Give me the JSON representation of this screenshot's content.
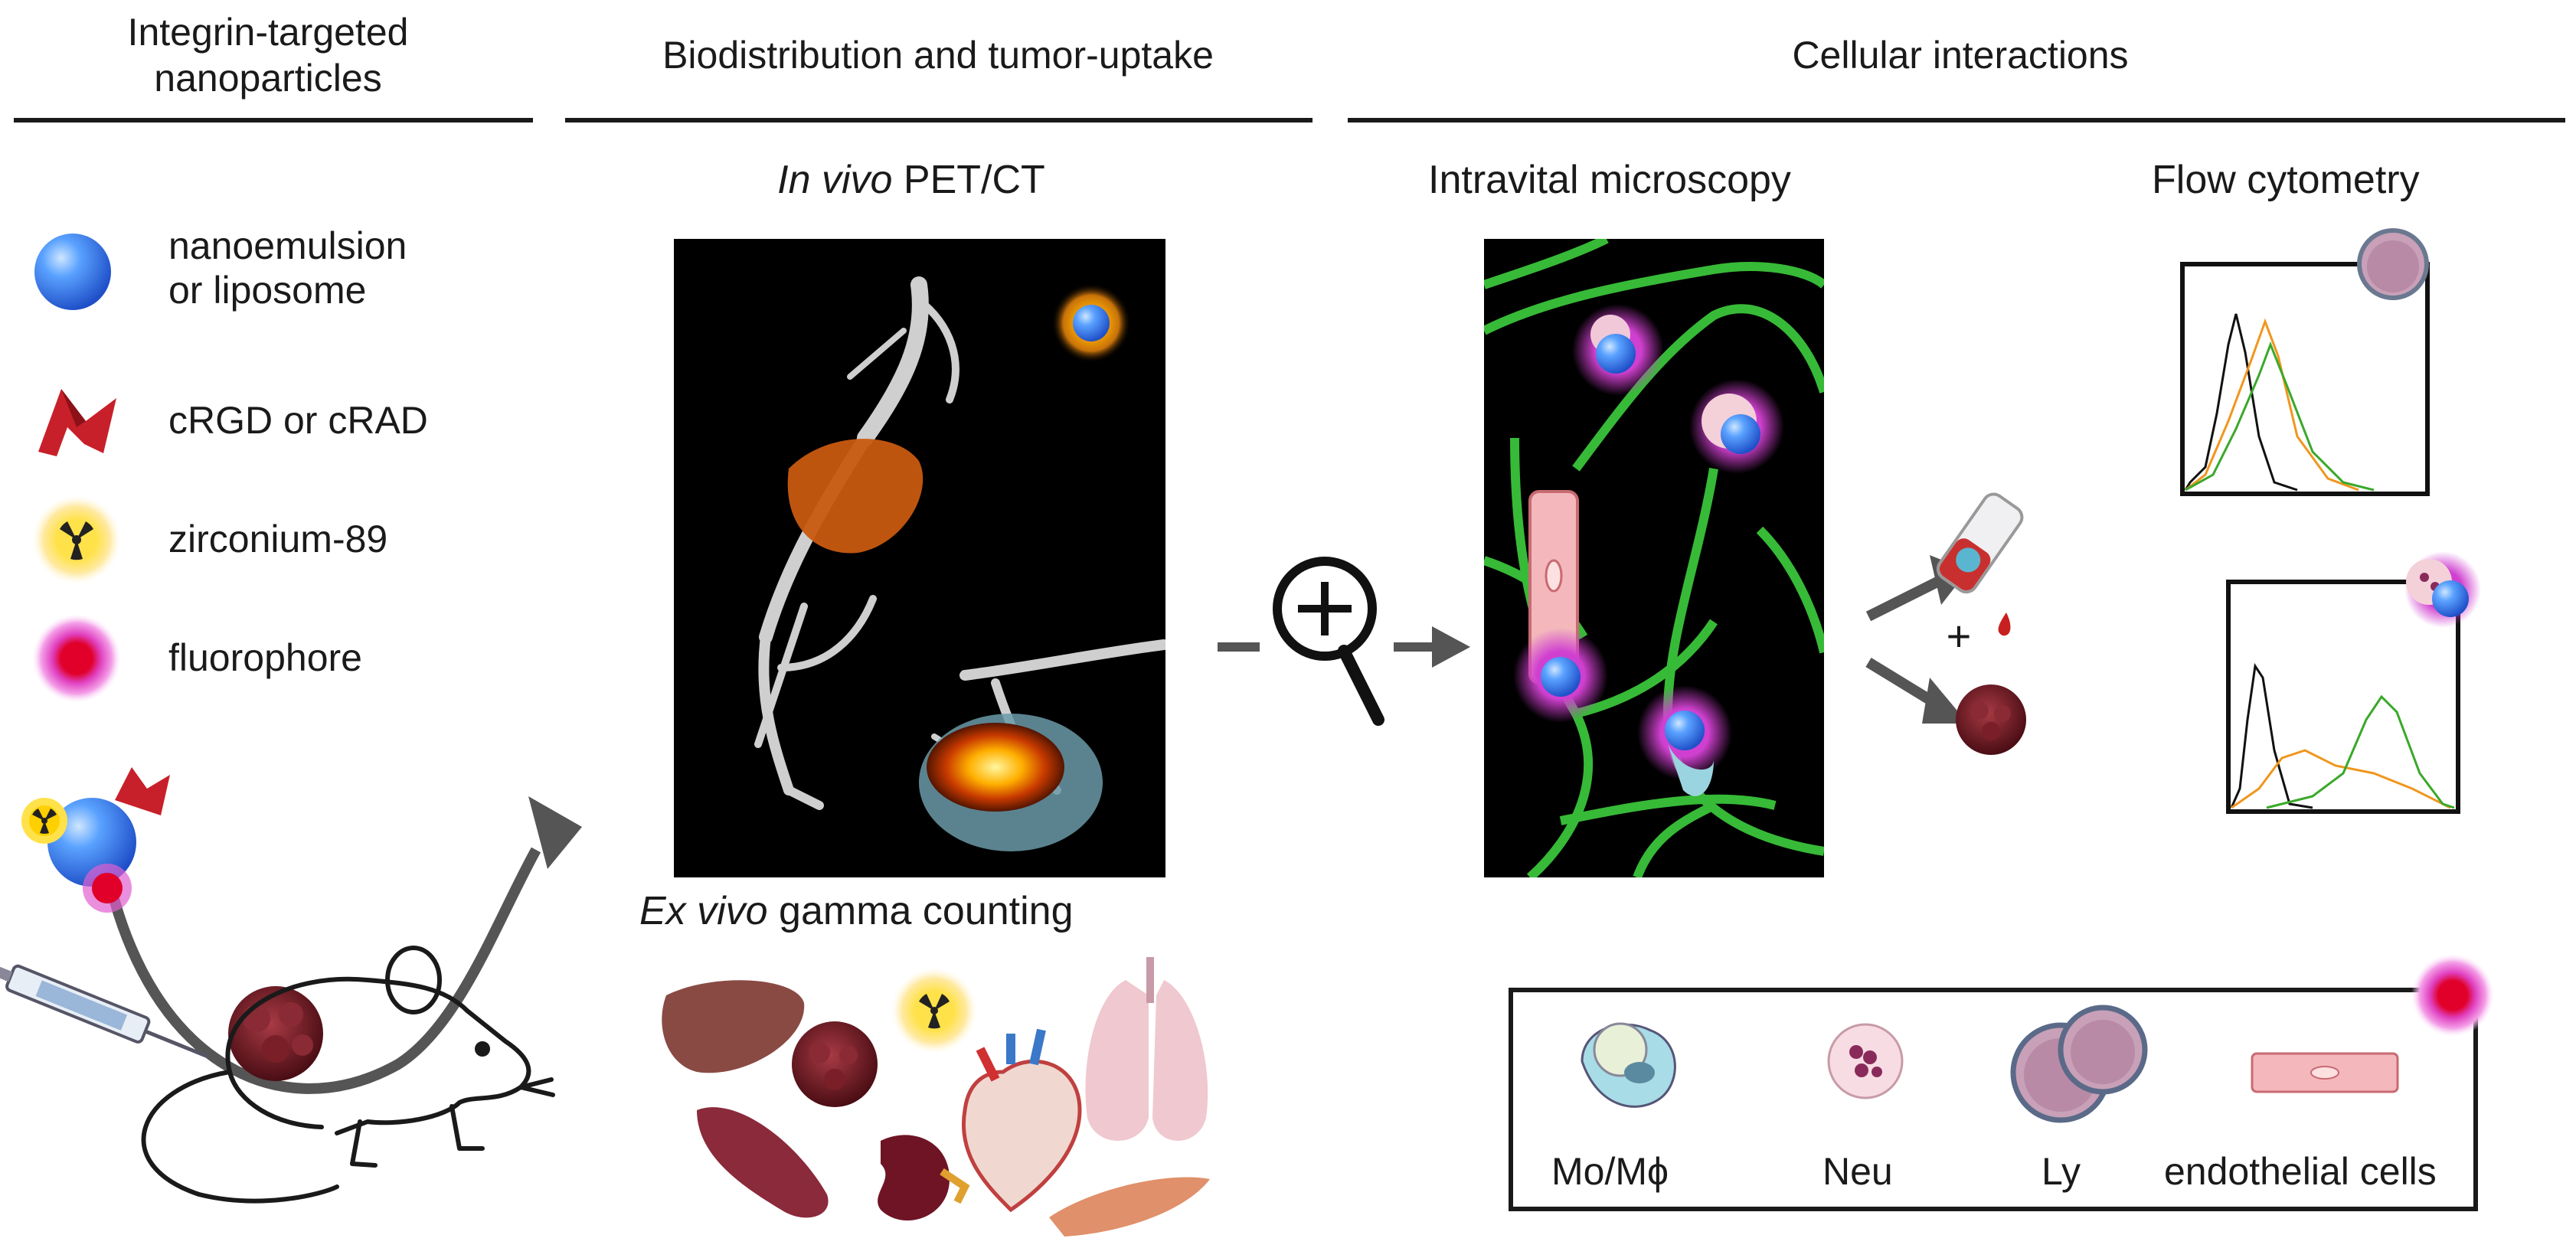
{
  "headers": {
    "col1_line1": "Integrin-targeted",
    "col1_line2": "nanoparticles",
    "col2": "Biodistribution and tumor-uptake",
    "col3": "Cellular interactions"
  },
  "legend": {
    "items": [
      {
        "line1": "nanoemulsion",
        "line2": "or liposome",
        "icon": "blue-sphere-icon"
      },
      {
        "line1": "cRGD or cRAD",
        "line2": "",
        "icon": "red-chevron-icon"
      },
      {
        "line1": "zirconium-89",
        "line2": "",
        "icon": "radioactive-icon"
      },
      {
        "line1": "fluorophore",
        "line2": "",
        "icon": "fluorophore-dot-icon"
      }
    ]
  },
  "sections": {
    "pet_italic": "In vivo",
    "pet_rest": " PET/CT",
    "gamma_italic": "Ex vivo",
    "gamma_rest": " gamma counting",
    "ivm": "Intravital microscopy",
    "flow": "Flow cytometry"
  },
  "symbols": {
    "plus": "+"
  },
  "cell_legend": {
    "items": [
      {
        "label": "Mo/Mϕ",
        "icon": "monocyte-icon"
      },
      {
        "label": "Neu",
        "icon": "neutrophil-icon"
      },
      {
        "label": "Ly",
        "icon": "lymphocyte-icon"
      },
      {
        "label": "endothelial cells",
        "icon": "endothelial-cell-icon"
      }
    ]
  },
  "colors": {
    "nanoparticle": "#3d7ff0",
    "ligand": "#c8202a",
    "zirconium": "#f5c800",
    "fluorophore": "#e0007a",
    "vessel": "#3ecf3e",
    "tumor": "#6e1a22",
    "histogram_control": "#111111",
    "histogram_orange": "#f0961e",
    "histogram_green": "#3aa82a"
  }
}
